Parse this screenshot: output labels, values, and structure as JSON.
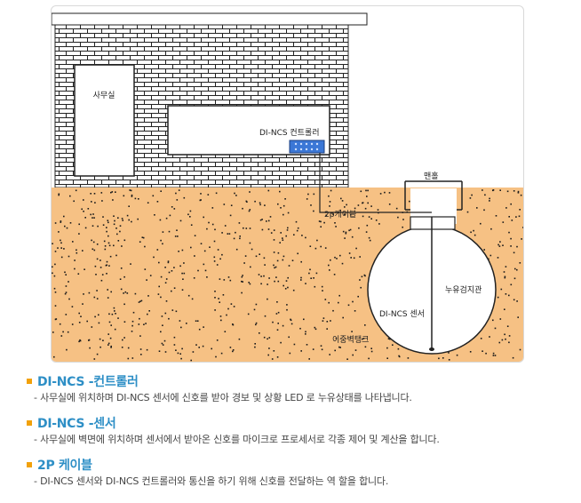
{
  "diagram": {
    "office_label": "사무실",
    "controller_label": "DI-NCS 컨트롤러",
    "cable_label": "2p케이블",
    "manhole_label": "맨홀",
    "leak_pipe_label": "누유검지관",
    "sensor_label": "DI-NCS 센서",
    "tank_label": "이중벽탱크",
    "colors": {
      "brick_bg": "#ffffff",
      "brick_line": "#000000",
      "soil": "#f6c184",
      "dots": "#1a1a1a",
      "controller": "#3b77d6"
    }
  },
  "sections": [
    {
      "title": "DI-NCS -컨트롤러",
      "desc": "- 사무실에 위치하며 DI-NCS 센서에 신호를 받아 경보 및 상황 LED 로 누유상태를 나타냅니다."
    },
    {
      "title": "DI-NCS -센서",
      "desc": "- 사무실에 벽면에 위치하며 센서에서 받아온 신호를 마이크로 프로세서로 각종 제어 및 계산을 합니다."
    },
    {
      "title": "2P 케이블",
      "desc": "- DI-NCS 센서와 DI-NCS 컨트롤러와 통신을 하기 위해 신호를 전달하는 역 할을 합니다."
    }
  ],
  "accent_colors": {
    "title": "#2e8fc6",
    "bullet": "#f2a10a"
  }
}
